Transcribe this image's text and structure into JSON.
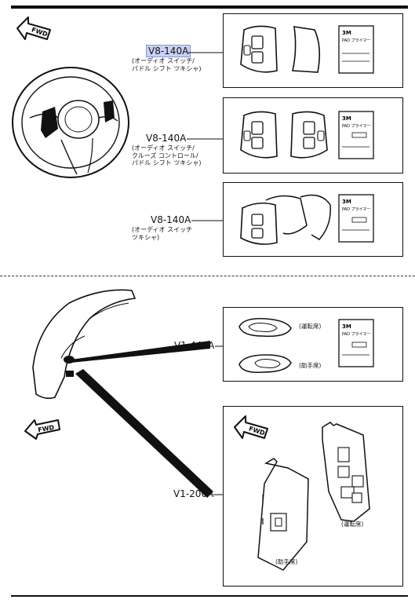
{
  "fwd": "FWD",
  "parts": {
    "v8_140a_1": {
      "label": "V8-140A",
      "note_line1": "(オーディオ スイッチ/",
      "note_line2": "パドル シフト ツキシャ)"
    },
    "v8_140a_2": {
      "label": "V8-140A",
      "note_line1": "(オーディオ スイッチ/",
      "note_line2": "クルーズ コントロール/",
      "note_line3": "パドル シフト ツキシャ)"
    },
    "v8_140a_3": {
      "label": "V8-140A",
      "note_line1": "(オーディオ スイッチ",
      "note_line2": "ツキシャ)"
    },
    "v1_440a": {
      "label": "V1-440A"
    },
    "v1_200a": {
      "label": "V1-200A"
    }
  },
  "tags": {
    "driver_seat": "(運転席)",
    "passenger_seat": "(助手席)"
  },
  "primer": {
    "brand": "3M",
    "name": "PAD プライマー"
  },
  "colors": {
    "highlight": "#c9d1f2",
    "ink": "#111111"
  }
}
